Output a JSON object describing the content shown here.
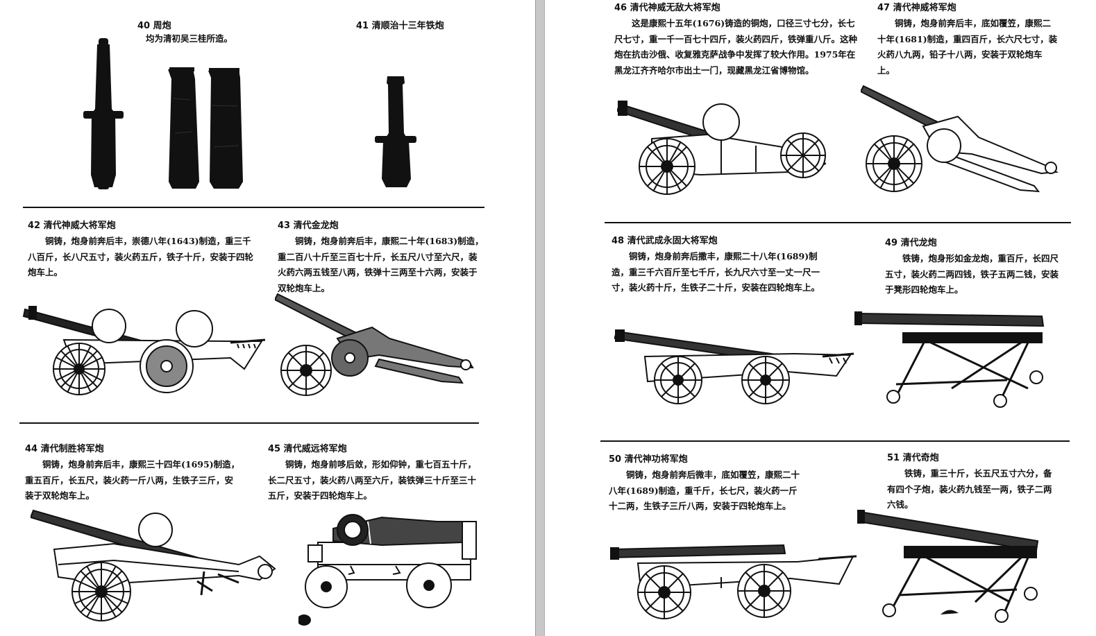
{
  "left_page": {
    "i40": {
      "caption": "40 周炮",
      "desc": "均为清初吴三桂所造。"
    },
    "i41": {
      "caption": "41 清顺治十三年铁炮"
    },
    "i42": {
      "caption": "42 清代神威大将军炮",
      "desc": "铜铸，炮身前奔后丰，崇德八年(1643)制造，重三千八百斤，长八尺五寸，装火药五斤，铁子十斤，安装于四轮炮车上。"
    },
    "i43": {
      "caption": "43 清代金龙炮",
      "desc": "铜铸，炮身前奔后丰，康熙二十年(1683)制造，重二百八十斤至三百七十斤，长五尺八寸至六尺，装火药六两五钱至八两，铁弹十三两至十六两，安装于双轮炮车上。"
    },
    "i44": {
      "caption": "44 清代制胜将军炮",
      "desc": "铜铸，炮身前奔后丰，康熙三十四年(1695)制造，重五百斤，长五尺，装火药一斤八两，生铁子三斤，安装于双轮炮车上。"
    },
    "i45": {
      "caption": "45 清代威远将军炮",
      "desc": "铜铸，炮身前哆后敛，形如仰钟，重七百五十斤，长二尺五寸，装火药八两至六斤，装铁弹三十斤至三十五斤，安装于四轮炮车上。"
    }
  },
  "right_page": {
    "i46": {
      "caption": "46 清代神威无敌大将军炮",
      "desc": "这是康熙十五年(1676)铸造的铜炮，口径三寸七分，长七尺七寸，重一千一百七十四斤，装火药四斤，铁弹重八斤。这种炮在抗击沙俄、收复雅克萨战争中发挥了较大作用。1975年在黑龙江齐齐哈尔市出土一门，现藏黑龙江省博物馆。"
    },
    "i47": {
      "caption": "47 清代神威将军炮",
      "desc": "铜铸，炮身前奔后丰，底如覆笠，康熙二十年(1681)制造，重四百斤，长六尺七寸，装火药八九两，铅子十八两，安装于双轮炮车上。"
    },
    "i48": {
      "caption": "48 清代武成永固大将军炮",
      "desc": "铜铸，炮身前奔后撒丰，康熙二十八年(1689)制造，重三千六百斤至七千斤，长九尺六寸至一丈一尺一寸，装火药十斤，生铁子二十斤，安装在四轮炮车上。"
    },
    "i49": {
      "caption": "49 清代龙炮",
      "desc": "铁铸，炮身形如金龙炮，重百斤，长四尺五寸，装火药二两四钱，铁子五两二钱，安装于凳形四轮炮车上。"
    },
    "i50": {
      "caption": "50 清代神功将军炮",
      "desc": "铜铸，炮身前奔后微丰，底如覆笠，康熙二十八年(1689)制造，重千斤，长七尺，装火药一斤十二两，生铁子三斤八两，安装于四轮炮车上。"
    },
    "i51": {
      "caption": "51 清代奇炮",
      "desc": "铁铸，重三十斤，长五尺五寸六分，备有四个子炮，装火药九钱至一两，铁子二两六钱。"
    }
  },
  "colors": {
    "ink": "#111111",
    "paper": "#ffffff",
    "gutter": "#c8c8c8"
  }
}
